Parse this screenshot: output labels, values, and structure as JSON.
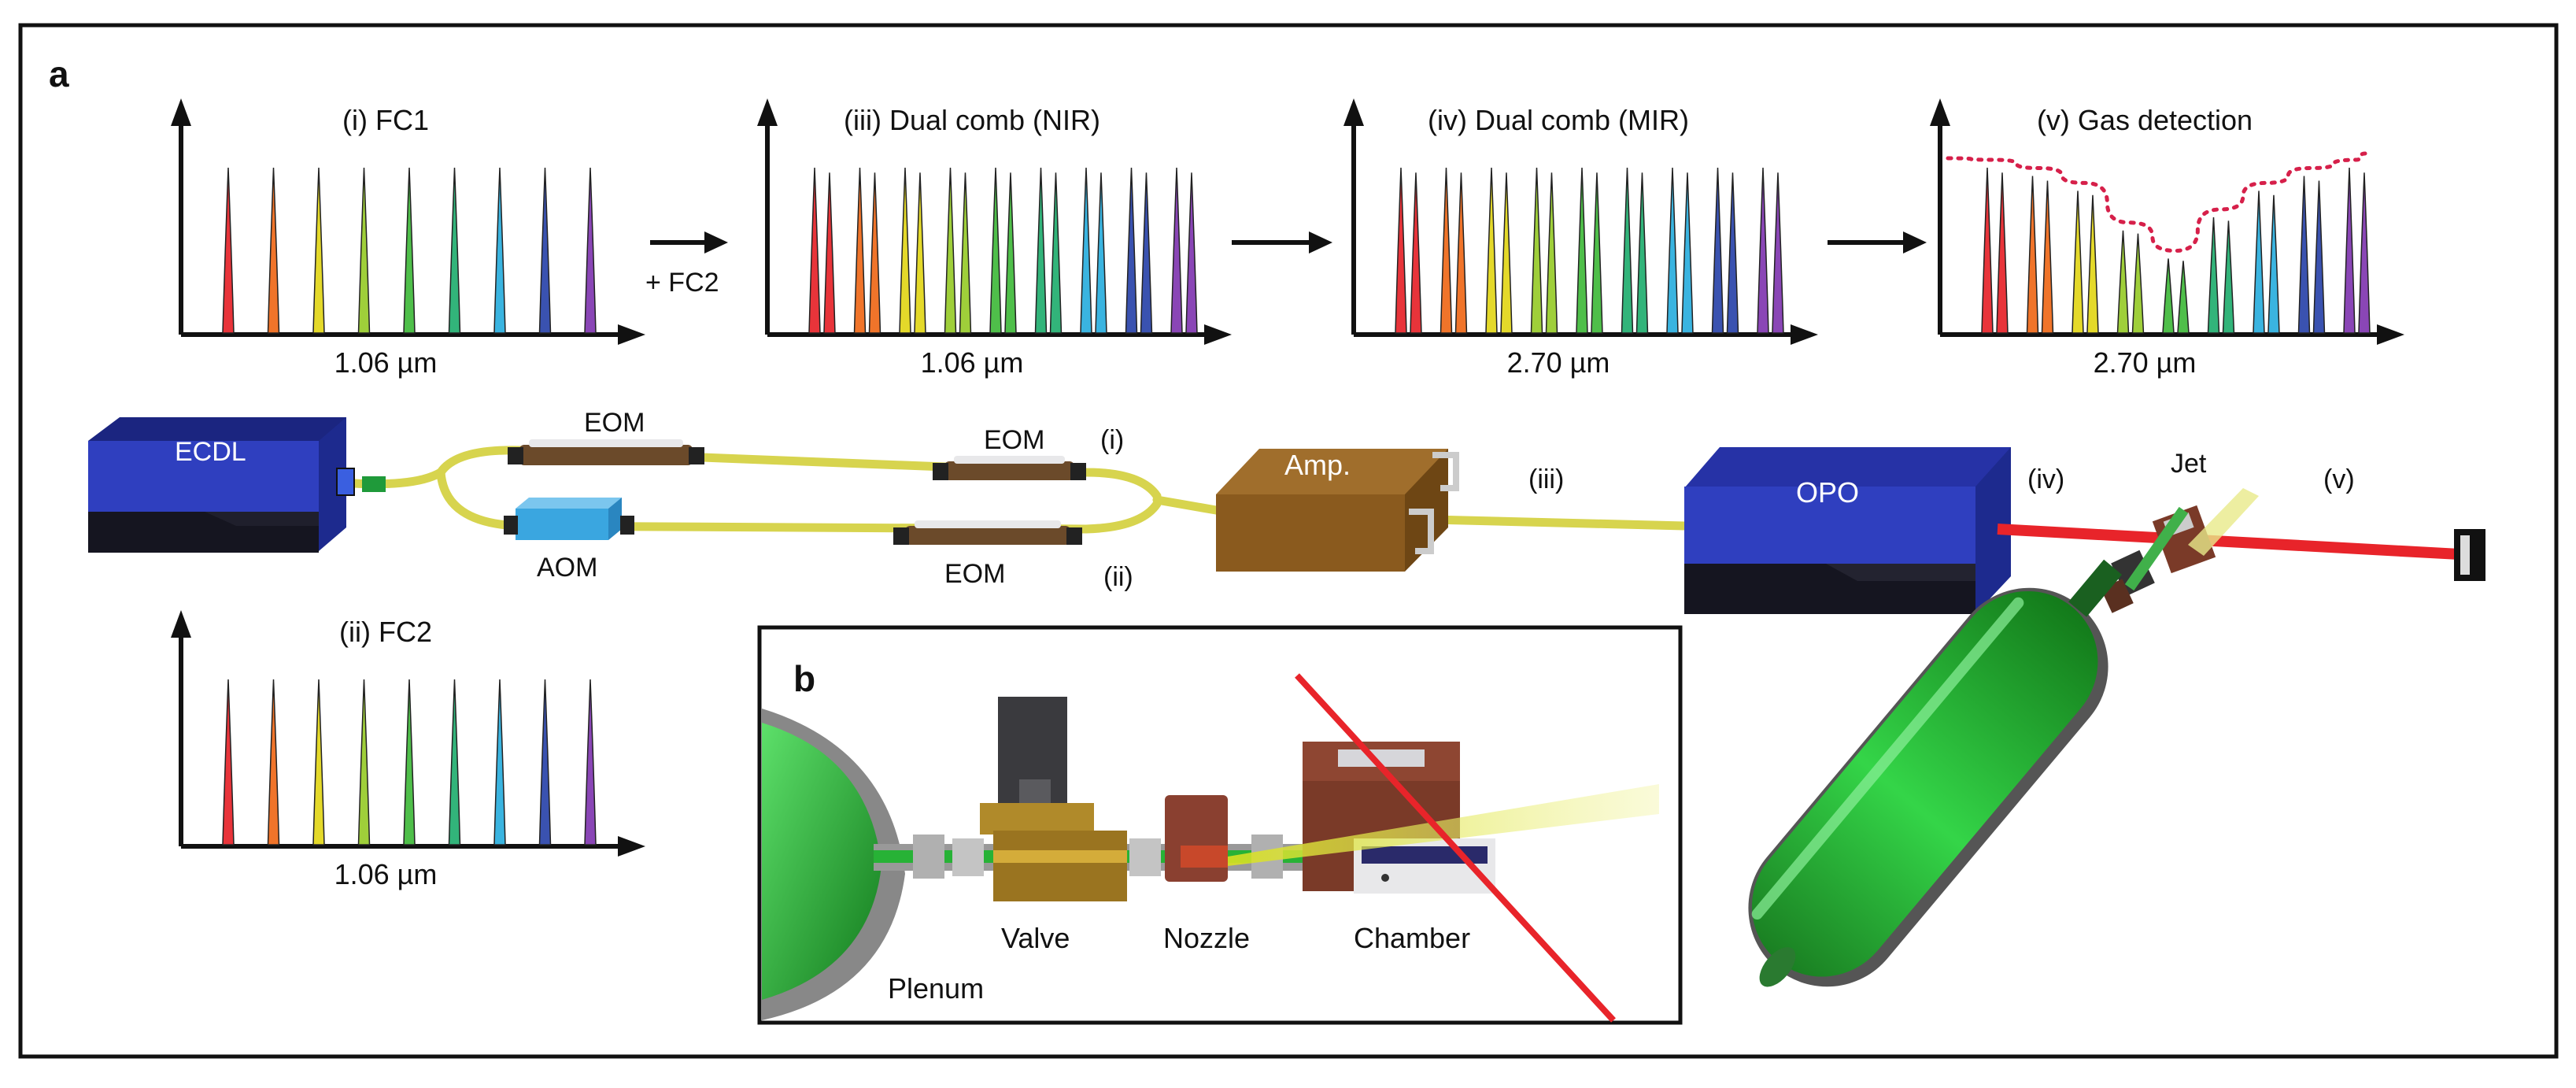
{
  "panel_labels": {
    "a": "a",
    "b": "b"
  },
  "spectra": [
    {
      "id": "fc1",
      "title": "(i) FC1",
      "xlabel": "1.06 µm",
      "kind": "single"
    },
    {
      "id": "nir",
      "title": "(iii) Dual comb (NIR)",
      "xlabel": "1.06 µm",
      "kind": "dual"
    },
    {
      "id": "mir",
      "title": "(iv) Dual comb (MIR)",
      "xlabel": "2.70 µm",
      "kind": "dual"
    },
    {
      "id": "gas",
      "title": "(v) Gas detection",
      "xlabel": "2.70 µm",
      "kind": "gas"
    },
    {
      "id": "fc2",
      "title": "(ii) FC2",
      "xlabel": "1.06 µm",
      "kind": "single"
    }
  ],
  "comb_colors": [
    "#e8343a",
    "#f0742a",
    "#e4d92a",
    "#9fcf3a",
    "#4fbf4a",
    "#32b47a",
    "#3ab4e0",
    "#3a52b0",
    "#8a46b6"
  ],
  "gas_absorption_relative": [
    1,
    0.95,
    0.86,
    0.62,
    0.45,
    0.7,
    0.86,
    0.95,
    1
  ],
  "arrow_label": "+ FC2",
  "devices": {
    "ecdl": "ECDL",
    "eom_top_left": "EOM",
    "eom_top_right": "EOM",
    "aom": "AOM",
    "eom_bottom": "EOM",
    "amp": "Amp.",
    "opo": "OPO",
    "jet": "Jet"
  },
  "path_labels": {
    "i": "(i)",
    "ii": "(ii)",
    "iii": "(iii)",
    "iv": "(iv)",
    "v": "(v)"
  },
  "inset_labels": {
    "valve": "Valve",
    "nozzle": "Nozzle",
    "chamber": "Chamber",
    "plenum": "Plenum"
  },
  "colors": {
    "device_blue": "#2f3fbf",
    "device_dark": "#151520",
    "amp_brown": "#8a5a1e",
    "fiber_yellow": "#e6e36a",
    "aom_blue": "#3aa6e0",
    "eom_brown": "#6b4a2a",
    "laser_red": "#e8242a",
    "gas_green": "#20b830",
    "absorption_dots": "#d6204a"
  }
}
